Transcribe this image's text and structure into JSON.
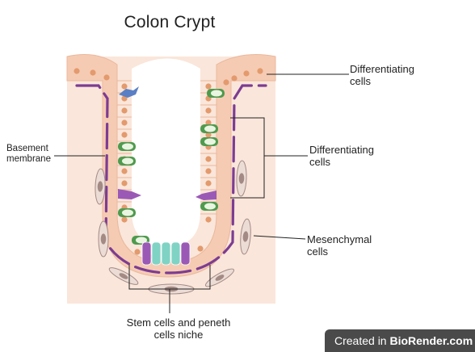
{
  "title": "Colon Crypt",
  "labels": {
    "differentiating_top": [
      "Differentiating",
      "cells"
    ],
    "differentiating_mid": [
      "Differentiating",
      "cells"
    ],
    "basement": [
      "Basement",
      "membrane"
    ],
    "mesenchymal": [
      "Mesenchymal",
      "cells"
    ],
    "stem_niche": [
      "Stem cells and peneth",
      "cells niche"
    ]
  },
  "watermark": {
    "prefix": "Created in ",
    "brand": "BioRender.com"
  },
  "colors": {
    "tissue": "#fae6da",
    "cell": "#f6cbb3",
    "nucleus": "#e39a6d",
    "membrane": "#7c3c92",
    "goblet": "#4f9a4e",
    "purple_cell": "#9b59b6",
    "stem": "#7fd3c4",
    "tuft": "#5b7fc4"
  }
}
